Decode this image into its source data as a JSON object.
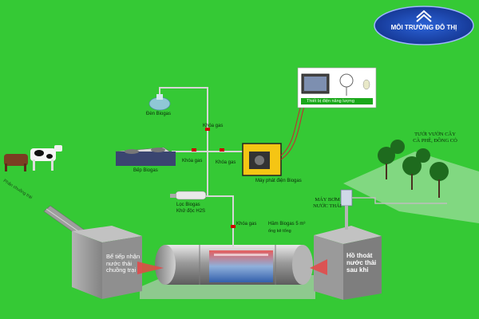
{
  "logo": {
    "text": "MÔI TRƯỜNG ĐÔ THỊ"
  },
  "labels": {
    "den_biogas": "Đèn Biogas",
    "khoa_gas_1": "Khóa gas",
    "khoa_gas_2": "Khóa gas",
    "khoa_gas_3": "Khóa gas",
    "khoa_gas_4": "Khóa gas",
    "bep_biogas": "Bếp Biogas",
    "may_phat_dien": "Máy phát điện Biogas",
    "thiet_bi_dien": "Thiết bị điện năng lượng",
    "loc_biogas_1": "Lọc Biogas",
    "loc_biogas_2": "Khử độc H2S",
    "ham_biogas": "Hầm Biogas 5 m³",
    "ong_ke_tong": "ống kê tổng",
    "phan_chuong": "Phân chuồng trại",
    "tuoi_vuon_1": "TƯỚI VƯỜN CÂY",
    "tuoi_vuon_2": "CÀ PHÊ, ĐỒNG CỎ",
    "may_bom_1": "MÁY BƠM",
    "may_bom_2": "NƯỚC THẢI"
  },
  "tanks": {
    "left": [
      "Bể tiếp nhận",
      "nước thải",
      "chuồng trại"
    ],
    "right": [
      "Hồ thoát",
      "nước thải",
      "sau khi"
    ]
  },
  "colors": {
    "background": "#35c935",
    "logo_blue": "#1d46b4",
    "pipe": "#c8c8c8",
    "tank": "#9b9b9b"
  }
}
